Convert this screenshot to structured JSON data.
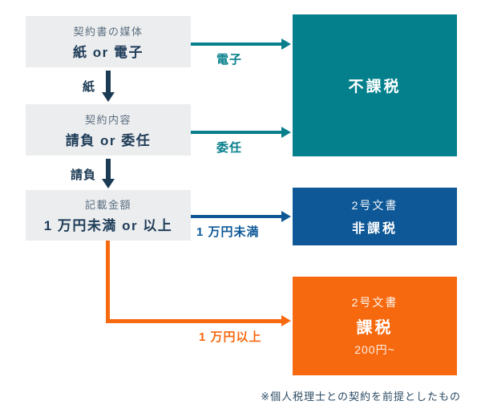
{
  "flow": {
    "decisions": [
      {
        "heading": "契約書の媒体",
        "label": "紙 or 電子"
      },
      {
        "heading": "契約内容",
        "label": "請負 or 委任"
      },
      {
        "heading": "記載金額",
        "label": "1 万円未満 or 以上"
      }
    ],
    "outcomes": [
      {
        "label": "不課税"
      },
      {
        "heading": "2号文書",
        "label": "非課税"
      },
      {
        "heading": "2号文書",
        "label": "課税",
        "sub": "200円~"
      }
    ],
    "edge_labels": {
      "electronic": "電子",
      "paper": "紙",
      "delegation": "委任",
      "contract_work": "請負",
      "under_10k": "1 万円未満",
      "over_10k": "1 万円以上"
    },
    "note": "※個人税理士との契約を前提としたもの"
  },
  "colors": {
    "teal": "#077F8C",
    "blue": "#0E5897",
    "orange": "#F7690F",
    "navy": "#1B3A54",
    "decision_box_gray": "#ECEDEE"
  }
}
